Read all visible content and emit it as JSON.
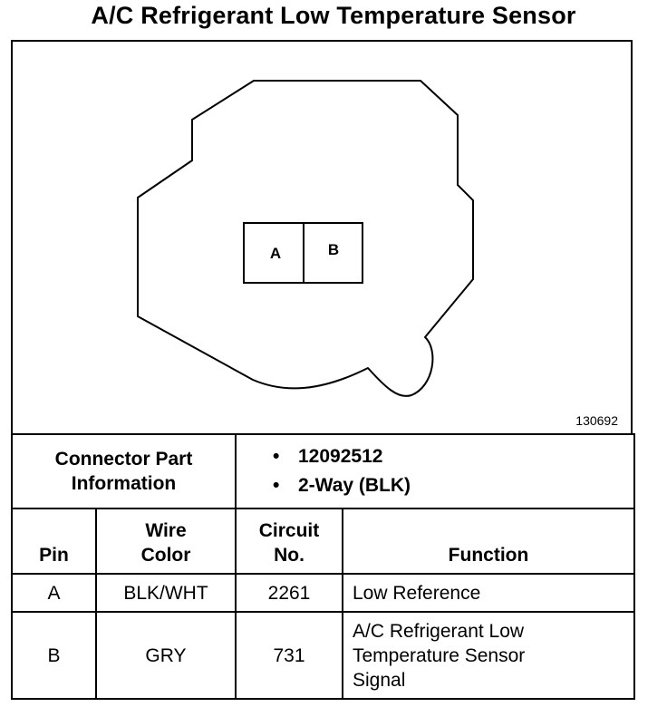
{
  "title": "A/C Refrigerant Low Temperature Sensor",
  "diagram": {
    "pin_labels": [
      "A",
      "B"
    ],
    "figure_number": "130692"
  },
  "connector": {
    "label_line1": "Connector Part",
    "label_line2": "Information",
    "items": [
      "12092512",
      "2-Way (BLK)"
    ]
  },
  "table": {
    "headers": {
      "pin": "Pin",
      "wire_line1": "Wire",
      "wire_line2": "Color",
      "circuit_line1": "Circuit",
      "circuit_line2": "No.",
      "function": "Function"
    },
    "rows": [
      {
        "pin": "A",
        "wire": "BLK/WHT",
        "circuit": "2261",
        "function": "Low Reference"
      },
      {
        "pin": "B",
        "wire": "GRY",
        "circuit": "731",
        "function_line1": "A/C Refrigerant Low",
        "function_line2": "Temperature Sensor",
        "function_line3": "Signal"
      }
    ]
  }
}
